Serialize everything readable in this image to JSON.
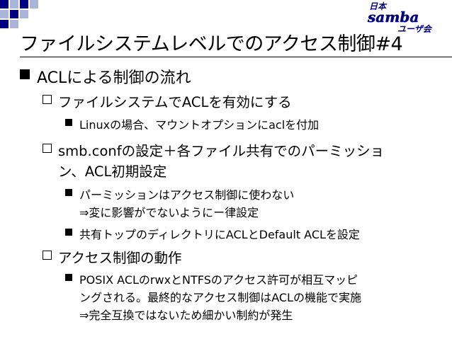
{
  "slide": {
    "title": "ファイルシステムレベルでのアクセス制御#4"
  },
  "logo": {
    "line1": "日本",
    "line2": "samba",
    "line3": "ユーザ会"
  },
  "bullets": {
    "b1": "ACLによる制御の流れ",
    "b1_1": "ファイルシステムでACLを有効にする",
    "b1_1_1": "Linuxの場合、マウントオプションにaclを付加",
    "b1_2_a": "smb.confの設定＋各ファイル共有でのパーミッショ",
    "b1_2_b": "ン、ACL初期設定",
    "b1_2_1_a": "パーミッションはアクセス制御に使わない",
    "b1_2_1_b": "⇒変に影響がでないようにー律設定",
    "b1_2_2": "共有トップのディレクトリにACLとDefault ACLを設定",
    "b1_3": "アクセス制御の動作",
    "b1_3_1_a": "POSIX ACLのrwxとNTFSのアクセス許可が相互マッピ",
    "b1_3_1_b": "ングされる。最終的なアクセス制御はACLの機能で実施",
    "b1_3_1_c": "⇒完全互換ではないため細かい制約が発生"
  }
}
